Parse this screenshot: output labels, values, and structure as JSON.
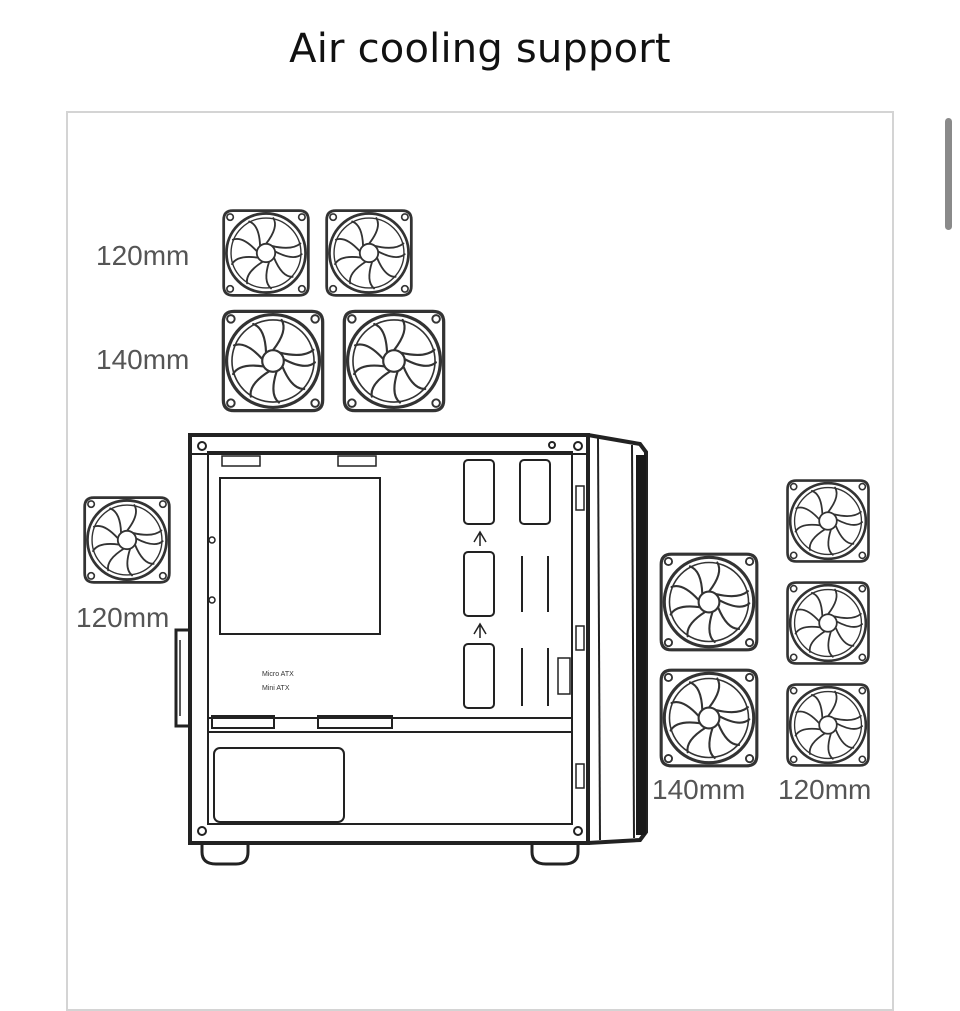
{
  "title": "Air cooling support",
  "labels": {
    "top_120": "120mm",
    "top_140": "140mm",
    "rear_120": "120mm",
    "front_140": "140mm",
    "front_120": "120mm"
  },
  "board_text": {
    "line1": "Micro ATX",
    "line2": "Mini ATX"
  },
  "icons": {
    "fan": "fan-icon"
  }
}
